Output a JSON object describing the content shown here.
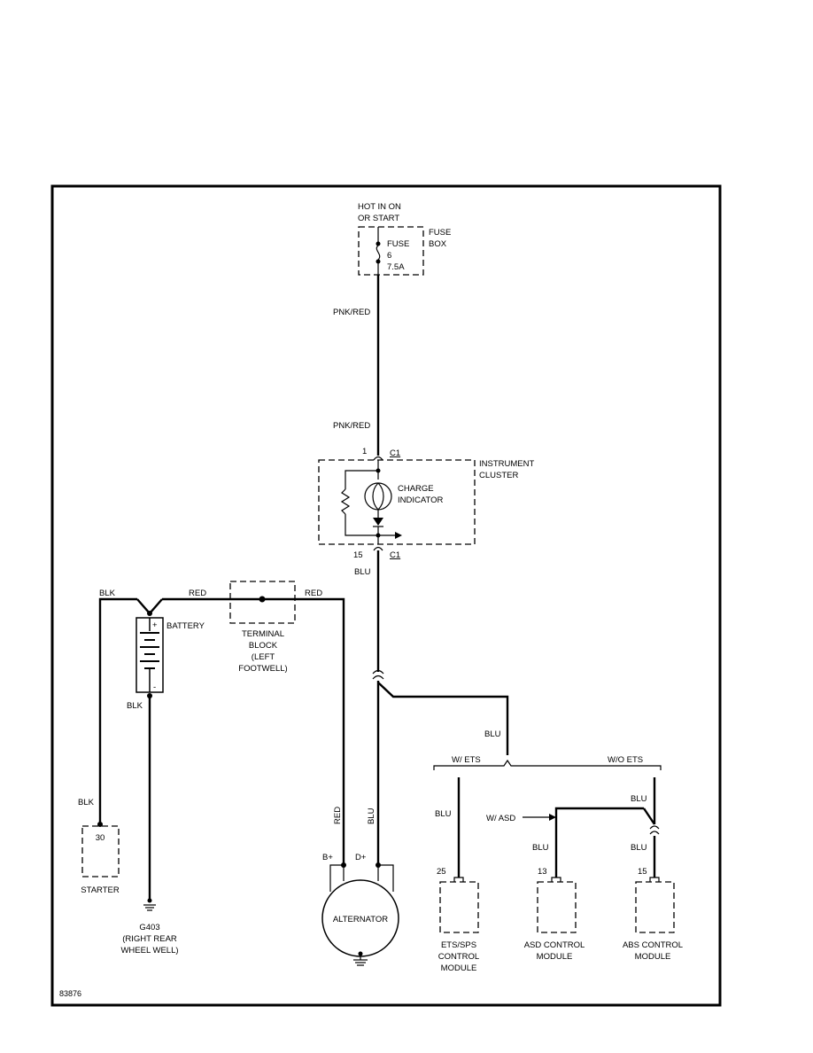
{
  "fuse_box": {
    "hot_line1": "HOT IN ON",
    "hot_line2": "OR START",
    "fuse_line1": "FUSE",
    "fuse_line2": "6",
    "fuse_line3": "7.5A",
    "box_line1": "FUSE",
    "box_line2": "BOX"
  },
  "wires": {
    "pnk_red_1": "PNK/RED",
    "pnk_red_2": "PNK/RED",
    "blu_cluster": "BLU",
    "blk_top": "BLK",
    "red_left": "RED",
    "red_right": "RED",
    "blk_battery": "BLK",
    "blk_starter": "BLK",
    "red_alt": "RED",
    "blu_alt": "BLU",
    "blu_branch": "BLU",
    "blu_ets": "BLU",
    "blu_asd": "BLU",
    "blu_abs_top": "BLU",
    "blu_abs_bottom": "BLU"
  },
  "instrument_cluster": {
    "pin_top": "1",
    "connector_top": "C1",
    "label_line1": "INSTRUMENT",
    "label_line2": "CLUSTER",
    "indicator_line1": "CHARGE",
    "indicator_line2": "INDICATOR",
    "pin_bottom": "15",
    "connector_bottom": "C1"
  },
  "battery": {
    "label": "BATTERY",
    "plus": "+",
    "minus": "-"
  },
  "terminal_block": {
    "line1": "TERMINAL",
    "line2": "BLOCK",
    "line3": "(LEFT",
    "line4": "FOOTWELL)"
  },
  "starter": {
    "pin": "30",
    "label": "STARTER"
  },
  "ground": {
    "line1": "G403",
    "line2": "(RIGHT REAR",
    "line3": "WHEEL WELL)"
  },
  "alternator": {
    "label": "ALTERNATOR",
    "b_plus": "B+",
    "d_plus": "D+"
  },
  "options": {
    "with_ets": "W/ ETS",
    "without_ets": "W/O ETS",
    "with_asd": "W/ ASD"
  },
  "modules": {
    "ets": {
      "pin": "25",
      "line1": "ETS/SPS",
      "line2": "CONTROL",
      "line3": "MODULE"
    },
    "asd": {
      "pin": "13",
      "line1": "ASD CONTROL",
      "line2": "MODULE"
    },
    "abs": {
      "pin": "15",
      "line1": "ABS CONTROL",
      "line2": "MODULE"
    }
  },
  "figure_number": "83876"
}
